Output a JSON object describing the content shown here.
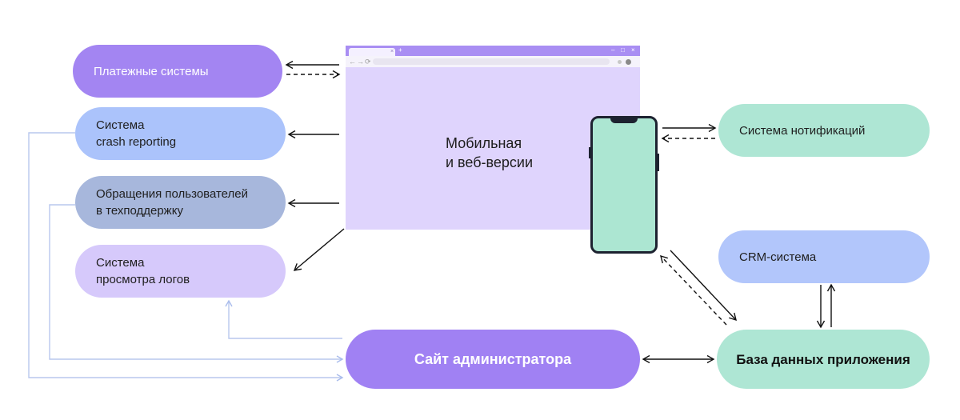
{
  "nodes": {
    "payments": "Платежные системы",
    "crash": "Система\ncrash reporting",
    "support": "Обращения пользователей\nв техподдержку",
    "logs": "Система\nпросмотра логов",
    "notifications": "Система нотификаций",
    "crm": "CRM-система",
    "admin": "Сайт администратора",
    "database": "База данных приложения",
    "client": "Мобильная\nи веб-версии"
  },
  "browser_mock": {
    "tab_close": "×",
    "tab_new": "+",
    "back": "←",
    "forward": "→",
    "reload": "⟳",
    "minimize": "–",
    "maximize": "□",
    "close": "×"
  },
  "icons": [
    "browser-window-icon",
    "smartphone-icon"
  ],
  "colors": {
    "purple": "#a081f3",
    "lavender": "#dfd4fd",
    "blue": "#abc3fb",
    "mint": "#aee6d4",
    "connector_light": "#b8c7ee",
    "arrow": "#111111"
  }
}
